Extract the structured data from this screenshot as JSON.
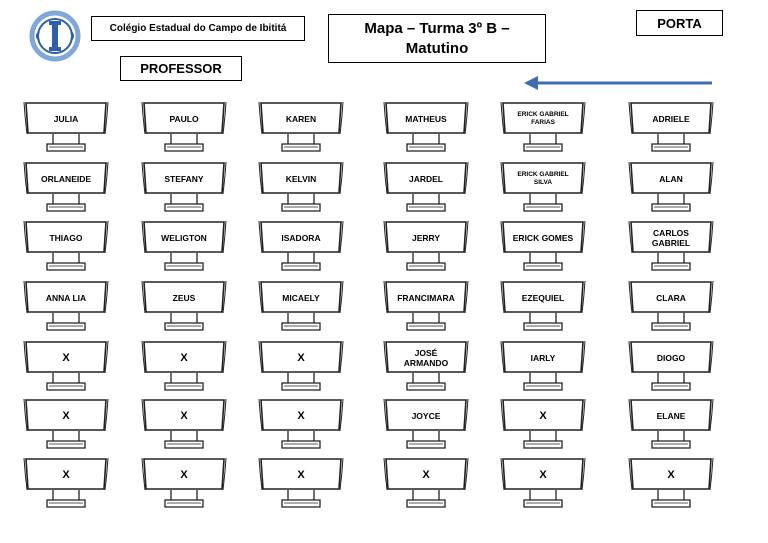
{
  "header": {
    "school": "Colégio Estadual do Campo de Ibititá",
    "professor": "PROFESSOR",
    "title": "Mapa – Turma 3º B – Matutino",
    "door": "PORTA"
  },
  "colors": {
    "arrow": "#3f6db3",
    "logo_blue": "#2e5fa8",
    "logo_light": "#7fa7d8"
  },
  "icons": {
    "logo": "school-logo-icon",
    "arrow": "left-arrow-icon"
  },
  "rows": [
    [
      "JULIA",
      "PAULO",
      "KAREN",
      "MATHEUS",
      "ERICK GABRIEL\nFARIAS",
      "ADRIELE"
    ],
    [
      "ORLANEIDE",
      "STEFANY",
      "KELVIN",
      "JARDEL",
      "ERICK GABRIEL\nSILVA",
      "ALAN"
    ],
    [
      "THIAGO",
      "WELIGTON",
      "ISADORA",
      "JERRY",
      "ERICK GOMES",
      "CARLOS\nGABRIEL"
    ],
    [
      "ANNA LIA",
      "ZEUS",
      "MICAELY",
      "FRANCIMARA",
      "EZEQUIEL",
      "CLARA"
    ],
    [
      "X",
      "X",
      "X",
      "JOSÉ\nARMANDO",
      "IARLY",
      "DIOGO"
    ],
    [
      "X",
      "X",
      "X",
      "JOYCE",
      "X",
      "ELANE"
    ],
    [
      "X",
      "X",
      "X",
      "X",
      "X",
      "X"
    ]
  ]
}
